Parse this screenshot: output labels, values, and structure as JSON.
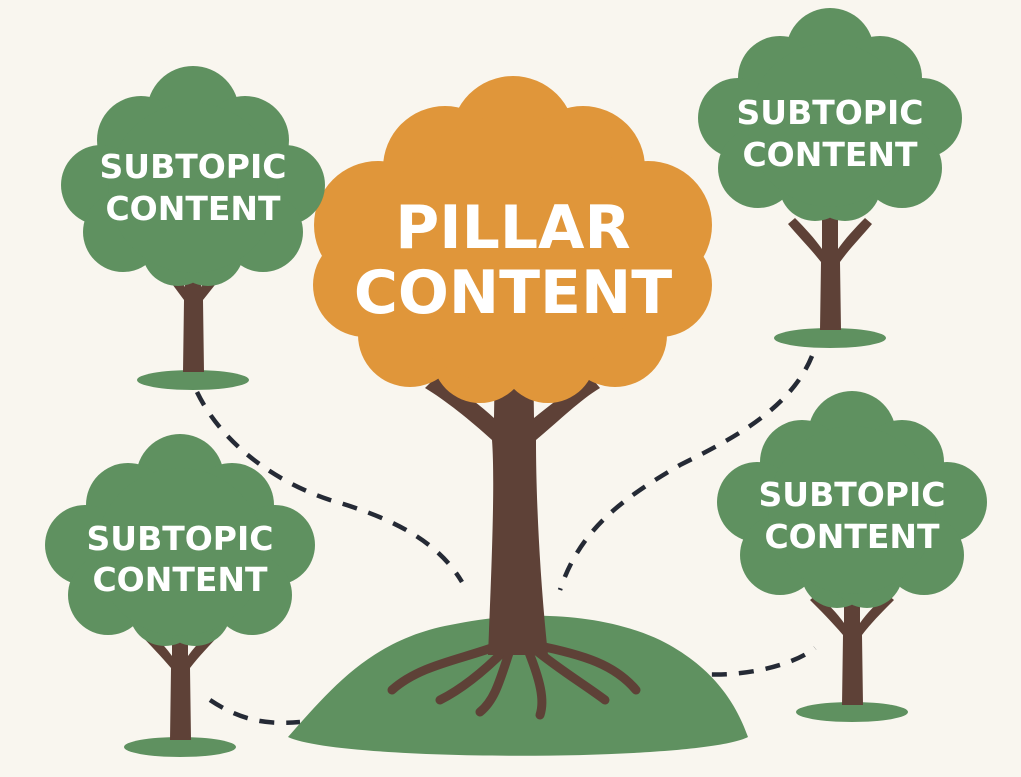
{
  "pillar": {
    "line1": "PILLAR",
    "line2": "CONTENT"
  },
  "subtopics": [
    {
      "line1": "SUBTOPIC",
      "line2": "CONTENT"
    },
    {
      "line1": "SUBTOPIC",
      "line2": "CONTENT"
    },
    {
      "line1": "SUBTOPIC",
      "line2": "CONTENT"
    },
    {
      "line1": "SUBTOPIC",
      "line2": "CONTENT"
    }
  ],
  "colors": {
    "background": "#f9f6ef",
    "pillar_canopy": "#e0963a",
    "subtopic_canopy": "#5f9160",
    "trunk": "#5e4137",
    "ground": "#5f9160",
    "connector": "#252a35"
  }
}
